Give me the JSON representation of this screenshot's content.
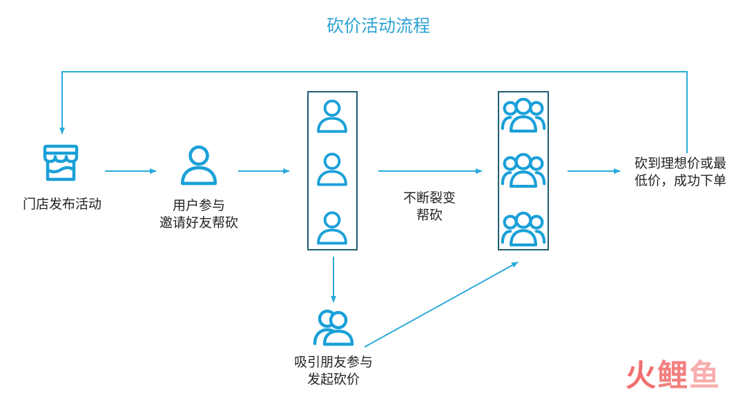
{
  "title": "砍价活动流程",
  "steps": {
    "store": {
      "lines": [
        "门店发布活动"
      ],
      "icon": "store-icon"
    },
    "user": {
      "lines": [
        "用户参与",
        "邀请好友帮砍"
      ],
      "icon": "person-icon"
    },
    "helpers": {
      "icon": "person-icon",
      "count": 3
    },
    "fission": {
      "lines": [
        "不断裂变",
        "帮砍"
      ]
    },
    "groups": {
      "icon": "group-icon",
      "count": 3
    },
    "final": {
      "lines": [
        "砍到理想价或最",
        "低价，成功下单"
      ]
    },
    "friends": {
      "lines": [
        "吸引朋友参与",
        "发起砍价"
      ],
      "icon": "two-person-icon"
    }
  },
  "watermark": {
    "chars": [
      "火",
      "鲤",
      "鱼"
    ]
  },
  "colors": {
    "title": "#2ea3d3",
    "flow_line": "#2aaad9",
    "icon": "#1aa0d8",
    "box_border": "#1f5b6d",
    "text": "#222222",
    "watermark": [
      "#ef5656",
      "#f26b6b",
      "#f6a0a0"
    ]
  }
}
